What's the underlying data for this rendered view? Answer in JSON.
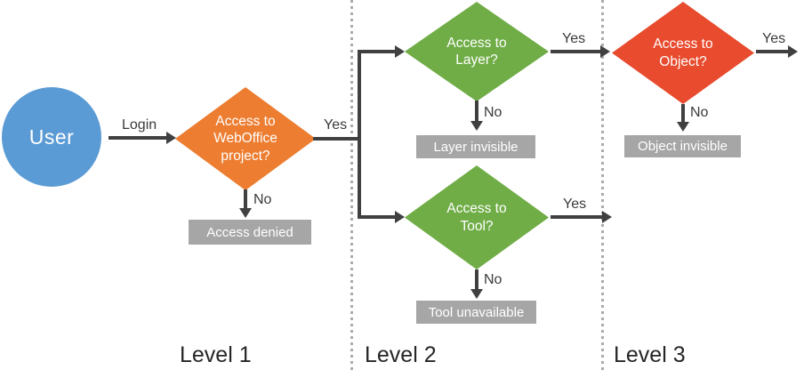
{
  "colors": {
    "blue": "#5B9BD5",
    "orange": "#ED7D31",
    "green": "#70AD47",
    "red": "#E84B2E",
    "graybox": "#A6A6A6",
    "line": "#404040",
    "divider": "#ABABAB",
    "textdark": "#3A3A3A"
  },
  "diagram": {
    "start": {
      "label": "User"
    },
    "decisions": {
      "weboffice": "Access to WebOffice project?",
      "layer": "Access to Layer?",
      "tool": "Access to Tool?",
      "object": "Access to Object?"
    },
    "outcomes": {
      "access_denied": "Access denied",
      "layer_invisible": "Layer invisible",
      "tool_unavailable": "Tool unavailable",
      "object_invisible": "Object invisible"
    },
    "edge_labels": {
      "login": "Login",
      "yes": "Yes",
      "no": "No"
    },
    "levels": [
      "Level 1",
      "Level 2",
      "Level 3"
    ]
  }
}
